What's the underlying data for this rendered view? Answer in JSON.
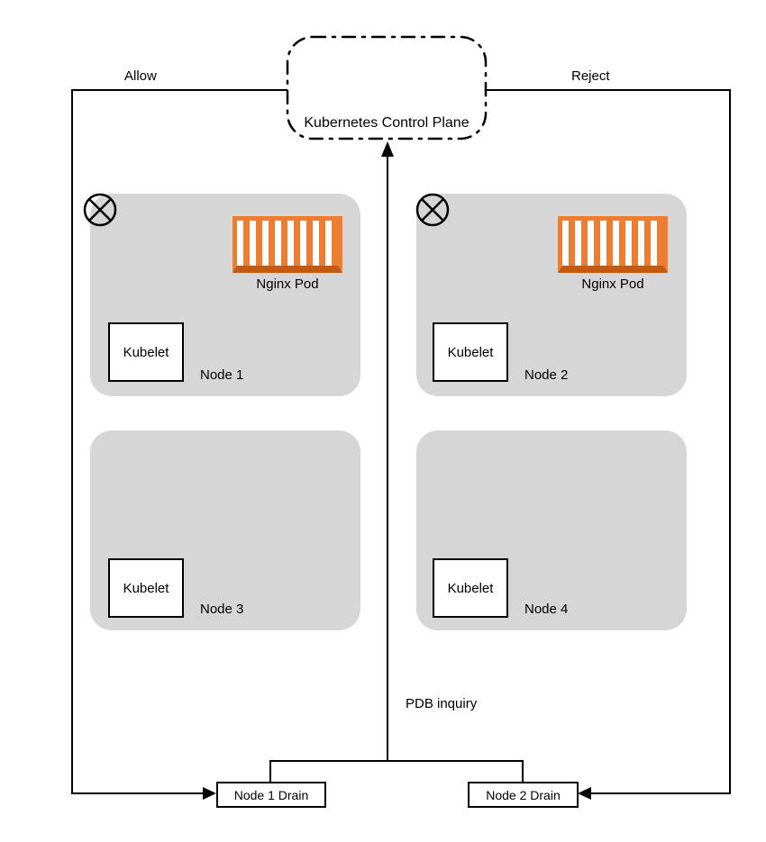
{
  "diagram": {
    "title_implicit": "Kubernetes node drain decision",
    "control_plane": {
      "label": "Kubernetes Control Plane"
    },
    "edge_labels": {
      "allow": "Allow",
      "reject": "Reject",
      "pdb_inquiry": "PDB inquiry"
    },
    "nodes": [
      {
        "label": "Node 1",
        "kubelet_label": "Kubelet",
        "pod_label": "Nginx Pod",
        "has_pod": true,
        "cordoned": true
      },
      {
        "label": "Node 2",
        "kubelet_label": "Kubelet",
        "pod_label": "Nginx Pod",
        "has_pod": true,
        "cordoned": true
      },
      {
        "label": "Node 3",
        "kubelet_label": "Kubelet",
        "pod_label": "",
        "has_pod": false,
        "cordoned": false
      },
      {
        "label": "Node 4",
        "kubelet_label": "Kubelet",
        "pod_label": "",
        "has_pod": false,
        "cordoned": false
      }
    ],
    "drain_boxes": [
      {
        "label": "Node 1 Drain"
      },
      {
        "label": "Node 2 Drain"
      }
    ],
    "colors": {
      "node_fill": "#d6d6d6",
      "container_orange": "#ed7d31",
      "container_dark_orange": "#c45911",
      "line": "#000000",
      "background": "#ffffff"
    }
  }
}
